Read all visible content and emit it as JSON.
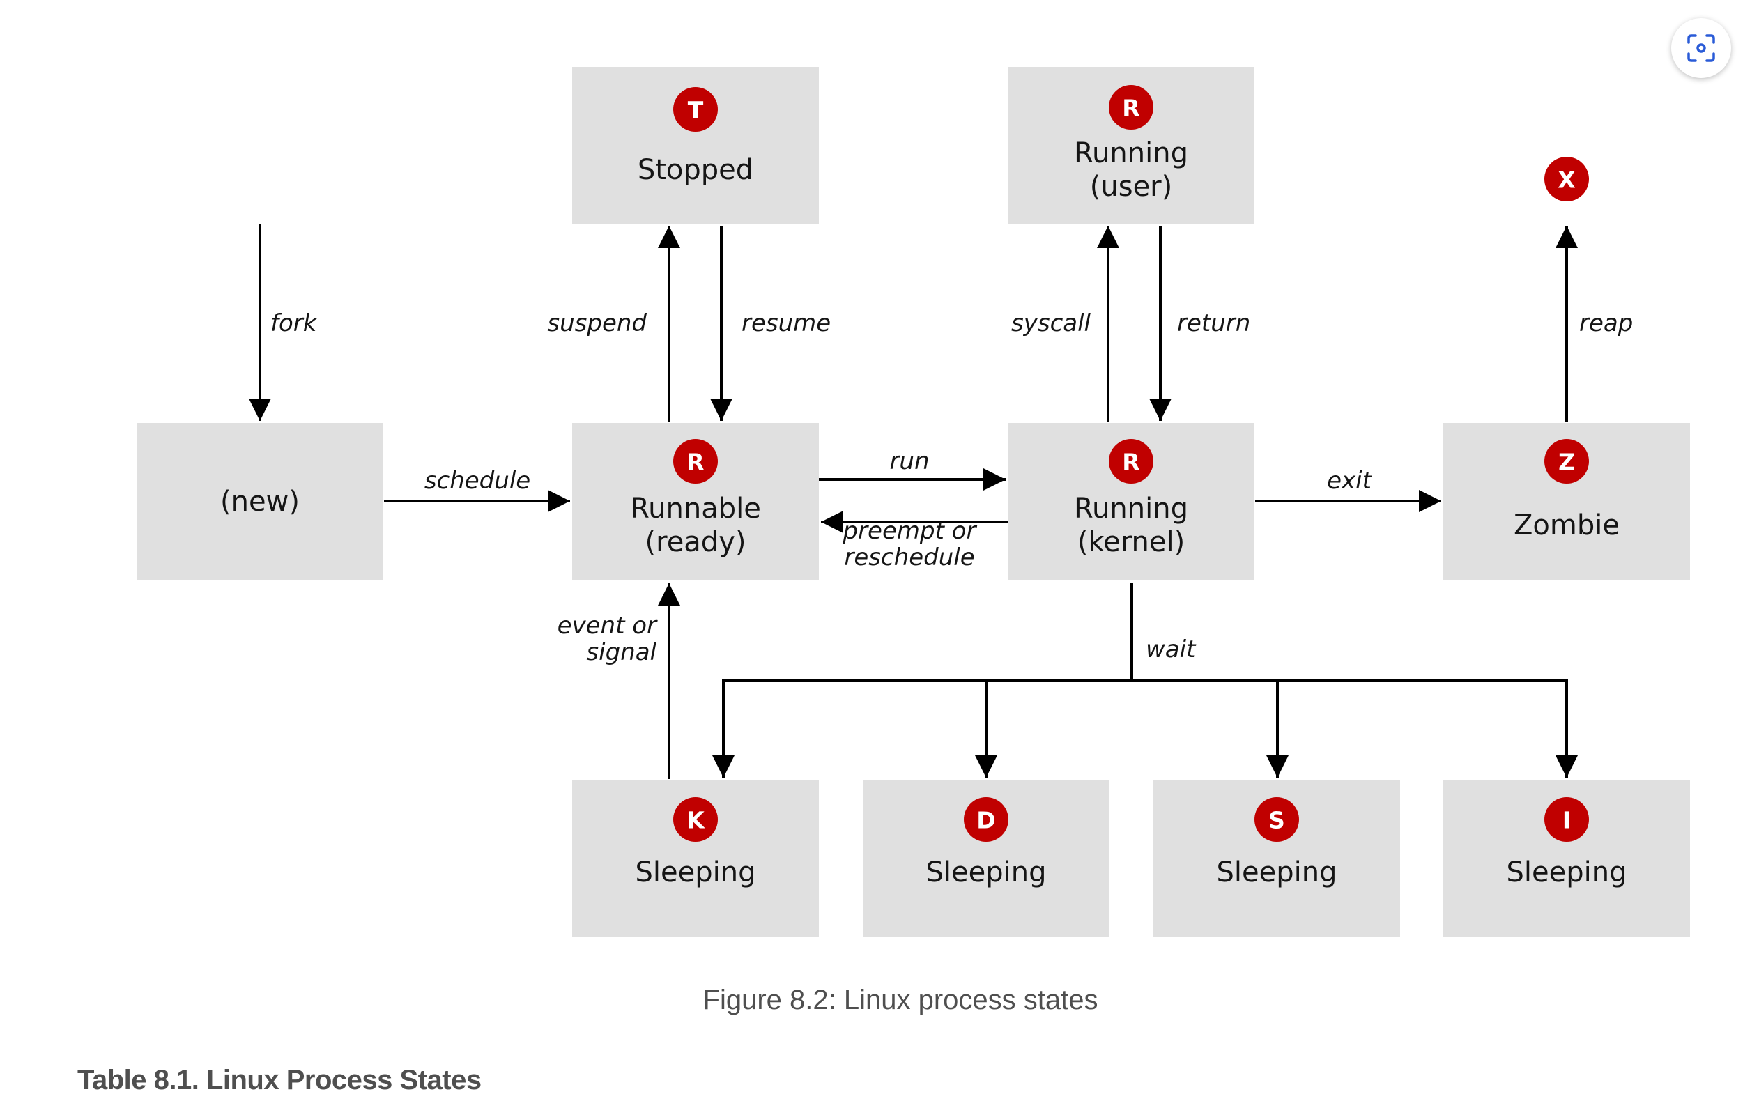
{
  "diagram": {
    "states": {
      "stopped": {
        "badge": "T",
        "label_lines": [
          "Stopped"
        ]
      },
      "running_user": {
        "badge": "R",
        "label_lines": [
          "Running",
          "(user)"
        ]
      },
      "dead": {
        "badge": "X",
        "label_lines": []
      },
      "new": {
        "badge": "",
        "label_lines": [
          "(new)"
        ]
      },
      "runnable": {
        "badge": "R",
        "label_lines": [
          "Runnable",
          "(ready)"
        ]
      },
      "running_kernel": {
        "badge": "R",
        "label_lines": [
          "Running",
          "(kernel)"
        ]
      },
      "zombie": {
        "badge": "Z",
        "label_lines": [
          "Zombie"
        ]
      },
      "sleep_k": {
        "badge": "K",
        "label_lines": [
          "Sleeping"
        ]
      },
      "sleep_d": {
        "badge": "D",
        "label_lines": [
          "Sleeping"
        ]
      },
      "sleep_s": {
        "badge": "S",
        "label_lines": [
          "Sleeping"
        ]
      },
      "sleep_i": {
        "badge": "I",
        "label_lines": [
          "Sleeping"
        ]
      }
    },
    "transitions": {
      "fork": [
        "fork"
      ],
      "schedule": [
        "schedule"
      ],
      "suspend": [
        "suspend"
      ],
      "resume": [
        "resume"
      ],
      "run": [
        "run"
      ],
      "preempt": [
        "preempt or",
        "reschedule"
      ],
      "syscall": [
        "syscall"
      ],
      "return": [
        "return"
      ],
      "exit": [
        "exit"
      ],
      "reap": [
        "reap"
      ],
      "wait": [
        "wait"
      ],
      "event": [
        "event or",
        "signal"
      ]
    },
    "colors": {
      "box_fill": "#e0e0e0",
      "badge_fill": "#c00000",
      "badge_text": "#ffffff",
      "arrow": "#000000"
    }
  },
  "caption": "Figure 8.2: Linux process states",
  "table_title": "Table 8.1. Linux Process States",
  "lens_button": {
    "icon": "visual-search-icon"
  }
}
